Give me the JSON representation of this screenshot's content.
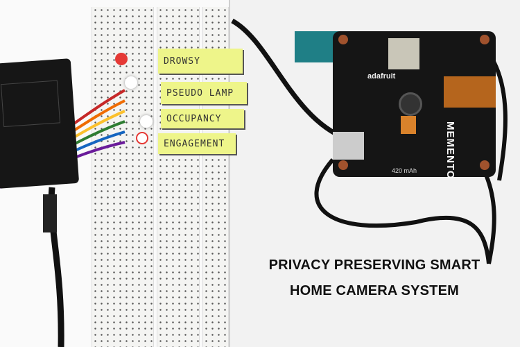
{
  "scene": {
    "sticky_notes": [
      "DROWSY",
      "PSEUDO LAMP",
      "OCCUPANCY",
      "ENGAGEMENT"
    ],
    "board_labels": {
      "brand": "adafruit",
      "product": "MEMENTO",
      "battery": "420 mAh"
    },
    "caption": {
      "line1": "PRIVACY PRESERVING SMART",
      "line2": "HOME CAMERA SYSTEM"
    }
  },
  "colors": {
    "sticky": "#eef58a",
    "board": "#151515",
    "background": "#f2f2f2"
  }
}
